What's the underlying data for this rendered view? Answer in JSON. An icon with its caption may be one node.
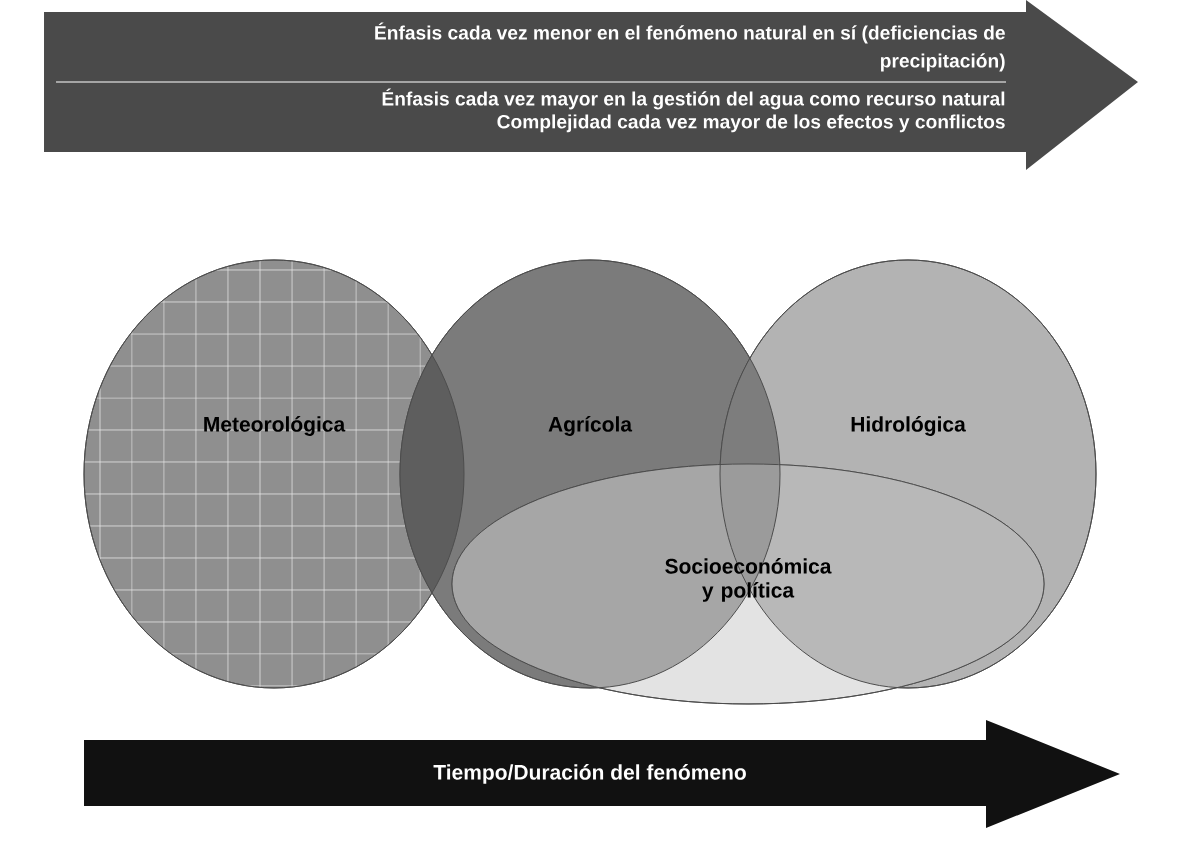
{
  "diagram": {
    "nodes": [
      {
        "text": [
          "Énfasis cada vez menor en el fenómeno natural en sí (deficiencias de precipitación)",
          "Énfasis cada vez mayor en la gestión del agua como recurso natural",
          "Complejidad cada vez mayor de los efectos y conflictos"
        ]
      },
      {
        "text": [
          "Meteorológica"
        ]
      },
      {
        "text": [
          "Agrícola"
        ]
      },
      {
        "text": [
          "Hidrológica"
        ]
      },
      {
        "text": [
          "Socioeconómica y política"
        ]
      },
      {
        "text": [
          "Tiempo/Duración del fenómeno"
        ]
      }
    ]
  }
}
